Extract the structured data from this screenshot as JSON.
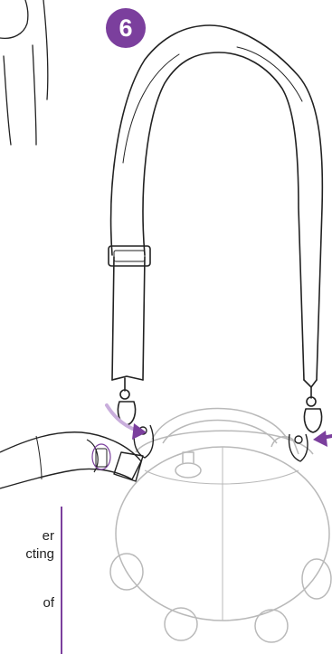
{
  "step": {
    "number": "6"
  },
  "caption_fragments": [
    "er",
    "cting",
    "of"
  ],
  "colors": {
    "accent": "#7b3f9d",
    "line": "#222222",
    "faded_line": "#b9b9b9",
    "arrow_light": "#c9aedc",
    "background": "#ffffff"
  },
  "icons": [
    "shoulder-strap",
    "vacuum-canister",
    "hose-nozzle",
    "attach-arrow"
  ]
}
